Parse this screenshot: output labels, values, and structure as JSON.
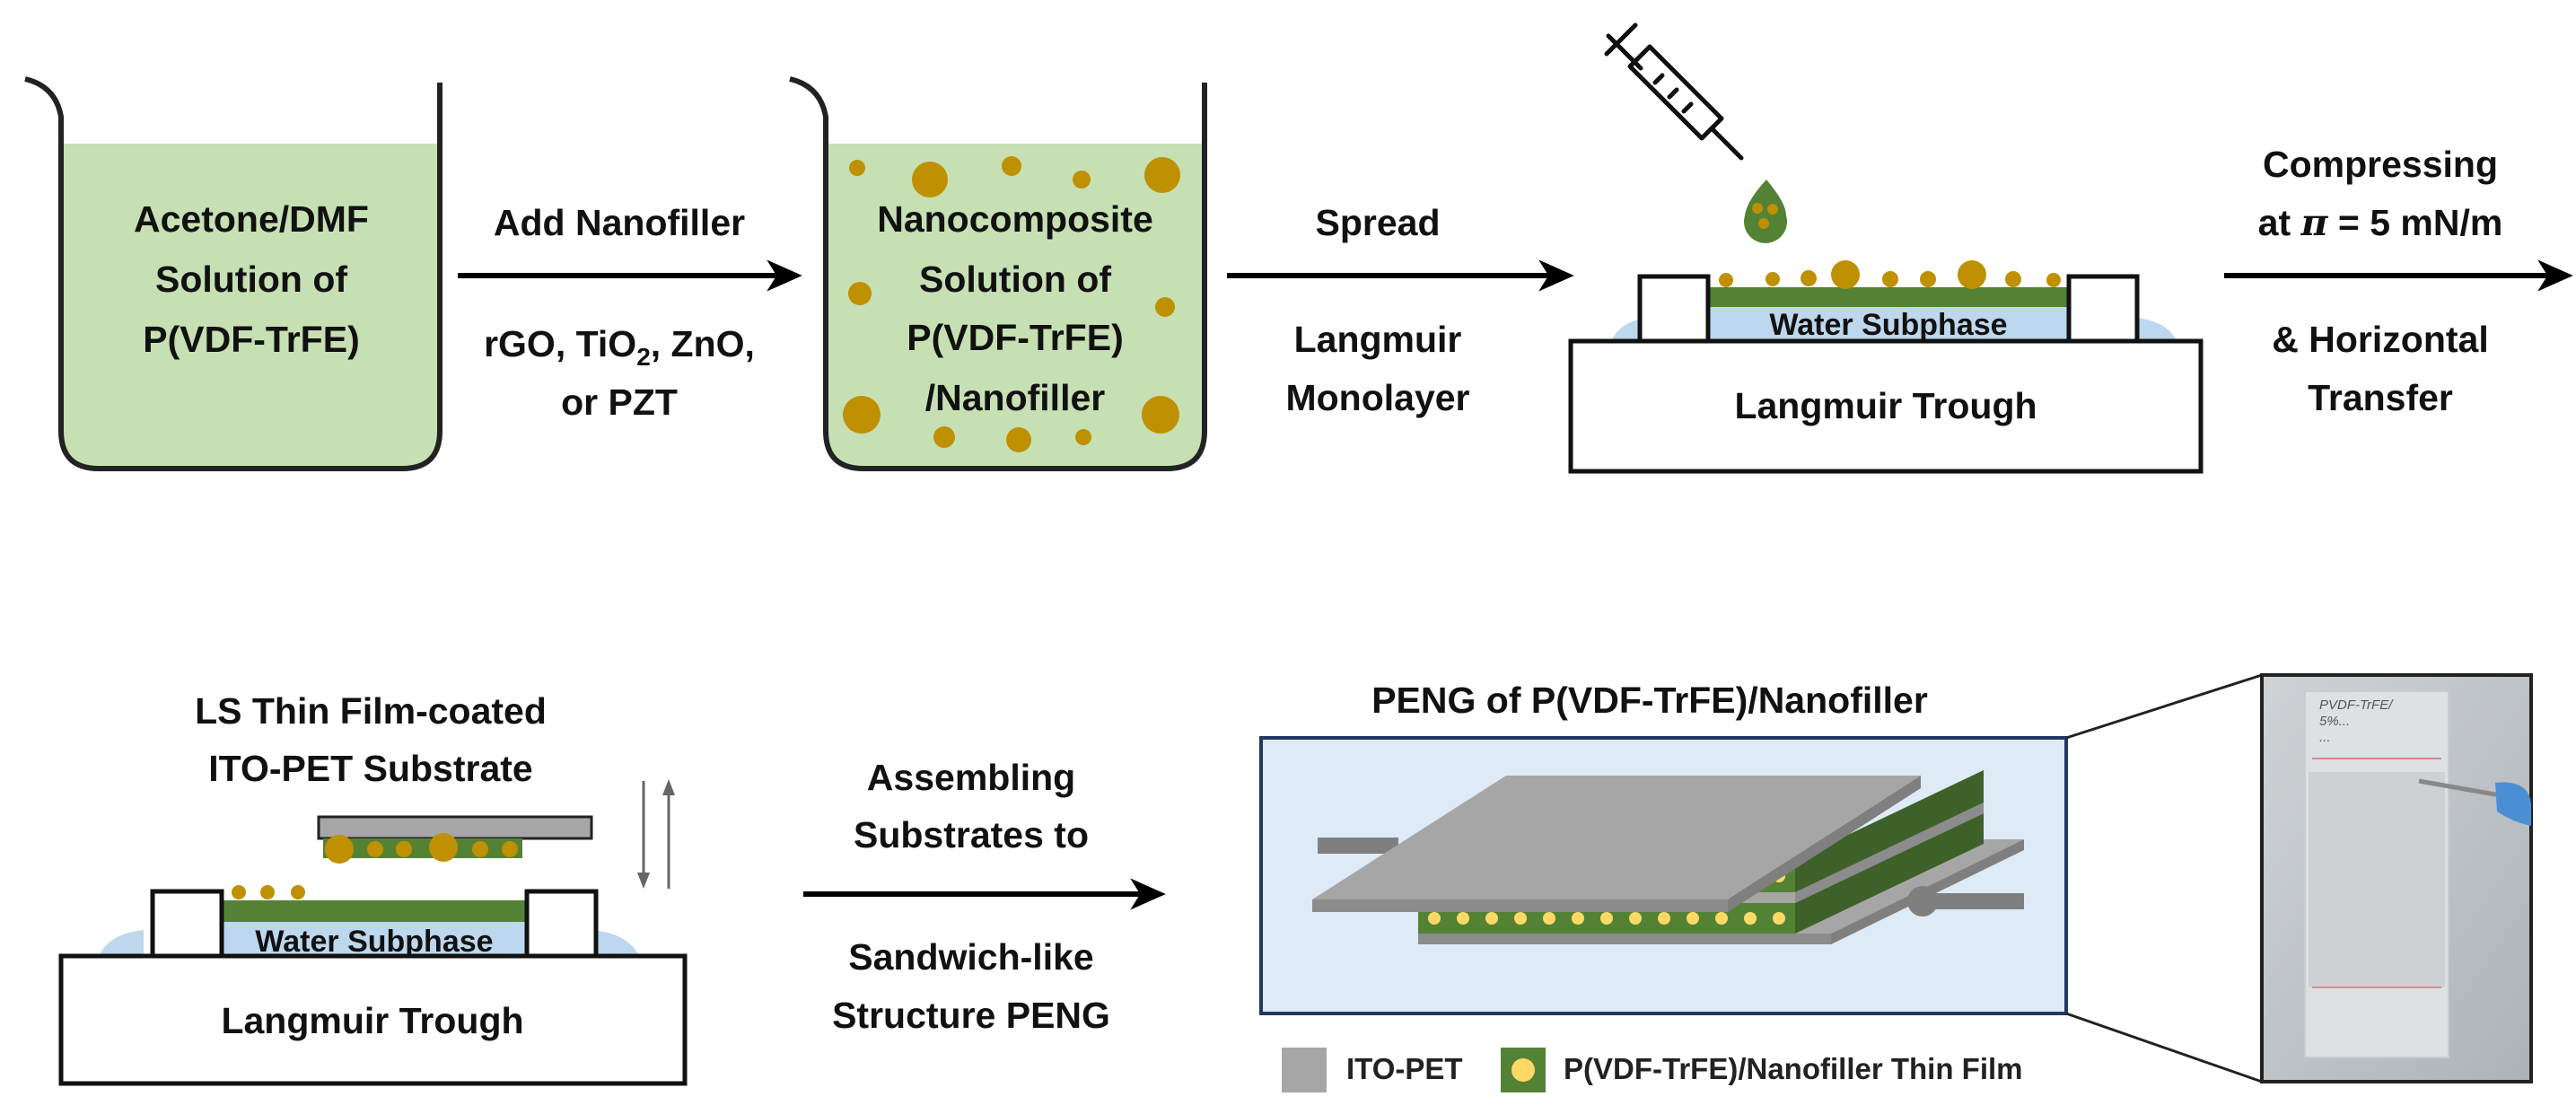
{
  "beaker1": {
    "line1": "Acetone/DMF",
    "line2": "Solution of",
    "line3": "P(VDF-TrFE)"
  },
  "step1": {
    "top": "Add Nanofiller",
    "bottom_1a": "rGO, TiO",
    "bottom_1b": "2",
    "bottom_1c": ", ZnO,",
    "bottom_2": "or PZT"
  },
  "beaker2": {
    "line1": "Nanocomposite",
    "line2": "Solution of",
    "line3": "P(VDF-TrFE)",
    "line4": "/Nanofiller"
  },
  "step2": {
    "top": "Spread",
    "bottom_1": "Langmuir",
    "bottom_2": "Monolayer"
  },
  "trough1": {
    "subphase": "Water Subphase",
    "label": "Langmuir Trough"
  },
  "step3": {
    "top_1": "Compressing",
    "top_2a": "at ",
    "top_2b": "π",
    "top_2c": " = 5 mN/m",
    "bottom_1": "& Horizontal",
    "bottom_2": "Transfer"
  },
  "substrate_title": {
    "line1": "LS Thin Film-coated",
    "line2": "ITO-PET Substrate"
  },
  "trough2": {
    "subphase": "Water Subphase",
    "label": "Langmuir Trough"
  },
  "step4": {
    "top_1": "Assembling",
    "top_2": "Substrates to",
    "bottom_1": "Sandwich-like",
    "bottom_2": "Structure PENG"
  },
  "peng": {
    "title": "PENG of P(VDF-TrFE)/Nanofiller"
  },
  "legend": {
    "ito": "ITO-PET",
    "film": "P(VDF-TrFE)/Nanofiller Thin Film"
  },
  "photo": {
    "note_1": "PVDF-TrFE/",
    "note_2": "5%...",
    "note_3": "...",
    "note_4": "...",
    "note_5": "..."
  },
  "colors": {
    "solution": "#c6e0b4",
    "nanoparticle": "#bf9000",
    "film": "#548235",
    "water": "#bdd7ee",
    "ito": "#a6a6a6",
    "panel": "#deebf7",
    "panel_border": "#1f3864"
  }
}
